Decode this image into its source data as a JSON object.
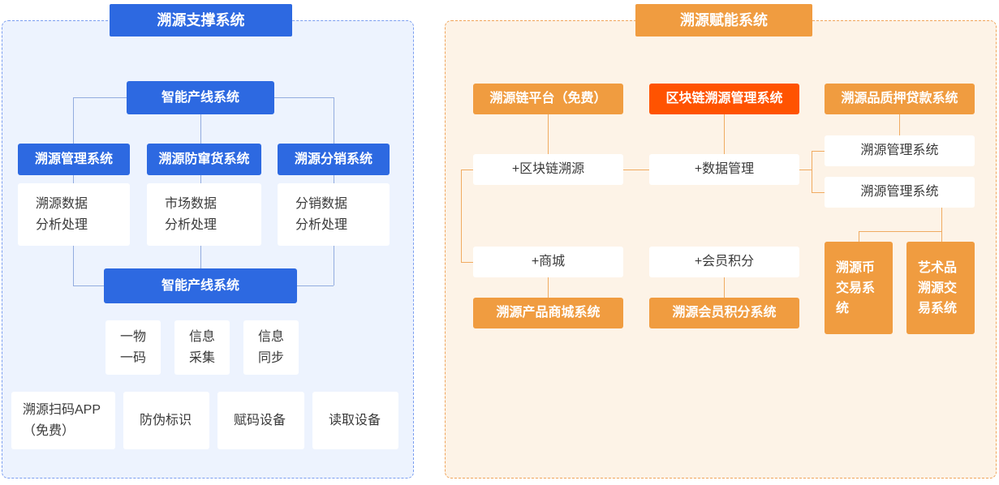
{
  "left": {
    "title": "溯源支撑系统",
    "top_node": "智能产线系统",
    "bottom_node": "智能产线系统",
    "systems": [
      {
        "name": "溯源管理系统",
        "detail": "溯源数据\n分析处理"
      },
      {
        "name": "溯源防窜货系统",
        "detail": "市场数据\n分析处理"
      },
      {
        "name": "溯源分销系统",
        "detail": "分销数据\n分析处理"
      }
    ],
    "features": [
      "一物\n一码",
      "信息\n采集",
      "信息\n同步"
    ],
    "devices": [
      "溯源扫码APP\n（免费）",
      "防伪标识",
      "赋码设备",
      "读取设备"
    ]
  },
  "right": {
    "title": "溯源赋能系统",
    "platforms": [
      "溯源链平台（免费）",
      "区块链溯源管理系统",
      "溯源品质押贷款系统"
    ],
    "capabilities": {
      "blockchain": "+区块链溯源",
      "data": "+数据管理",
      "mall": "+商城",
      "points": "+会员积分"
    },
    "mgmt": [
      "溯源管理系统",
      "溯源管理系统"
    ],
    "products": [
      "溯源产品商城系统",
      "溯源会员积分系统"
    ],
    "trading": [
      "溯源币\n交易系\n统",
      "艺术品\n溯源交\n易系统"
    ]
  },
  "colors": {
    "blue": "#2d69e1",
    "orange": "#f09c40",
    "red_orange": "#ff5301",
    "left_panel_bg": "#edf3fe",
    "right_panel_bg": "#fdf3e7",
    "left_line": "#93acdf",
    "right_line": "#f0ab61"
  }
}
